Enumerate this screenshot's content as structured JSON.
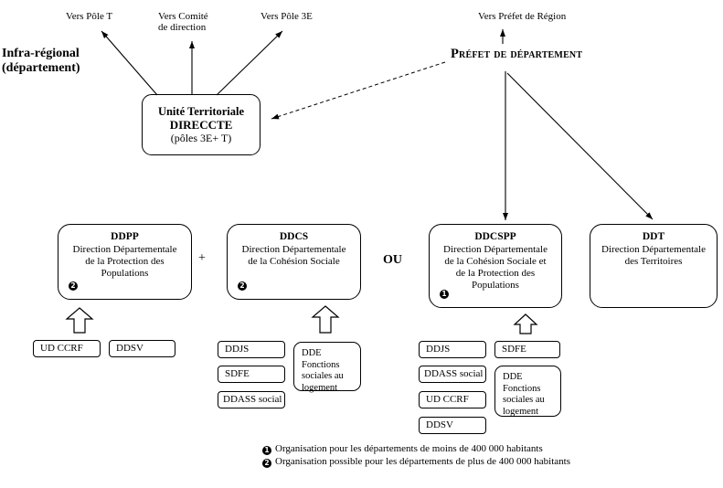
{
  "side_label": {
    "line1": "Infra-régional",
    "line2": "(département)"
  },
  "top_links": {
    "pole_t": "Vers Pôle T",
    "comite_line1": "Vers Comité",
    "comite_line2": "de direction",
    "pole_3e": "Vers Pôle 3E",
    "prefet_region": "Vers Préfet de Région"
  },
  "unite_territoriale": {
    "line1": "Unité Territoriale",
    "line2": "DIRECCTE",
    "line3": "(pôles 3E+ T)"
  },
  "prefet_departement": "Préfet de département",
  "operators": {
    "plus": "+",
    "ou": "OU"
  },
  "direction_boxes": [
    {
      "id": "ddpp",
      "acronym": "DDPP",
      "lines": [
        "Direction Départementale",
        "de la Protection des",
        "Populations"
      ],
      "note_marker": "2"
    },
    {
      "id": "ddcs",
      "acronym": "DDCS",
      "lines": [
        "Direction Départementale",
        "de la Cohésion Sociale"
      ],
      "note_marker": "2"
    },
    {
      "id": "ddcspp",
      "acronym": "DDCSPP",
      "lines": [
        "Direction Départementale",
        "de la Cohésion Sociale et",
        "de la Protection des",
        "Populations"
      ],
      "note_marker": "1"
    },
    {
      "id": "ddt",
      "acronym": "DDT",
      "lines": [
        "Direction Départementale",
        "des Territoires"
      ],
      "note_marker": ""
    }
  ],
  "ddpp_sources": [
    "UD CCRF",
    "DDSV"
  ],
  "ddcs_sources": [
    "DDJS",
    "SDFE",
    "DDASS social"
  ],
  "ddcs_dde": {
    "l1": "DDE",
    "l2": "Fonctions",
    "l3": "sociales au",
    "l4": "logement"
  },
  "ddcspp_sources_col1": [
    "DDJS",
    "DDASS social",
    "UD CCRF",
    "DDSV"
  ],
  "ddcspp_sources_col2": [
    "SDFE"
  ],
  "ddcspp_dde": {
    "l1": "DDE",
    "l2": "Fonctions",
    "l3": "sociales au",
    "l4": "logement"
  },
  "footnotes": [
    {
      "marker": "1",
      "text": "Organisation pour les départements de moins de 400 000 habitants"
    },
    {
      "marker": "2",
      "text": "Organisation possible pour les départements de plus de 400 000 habitants"
    }
  ]
}
